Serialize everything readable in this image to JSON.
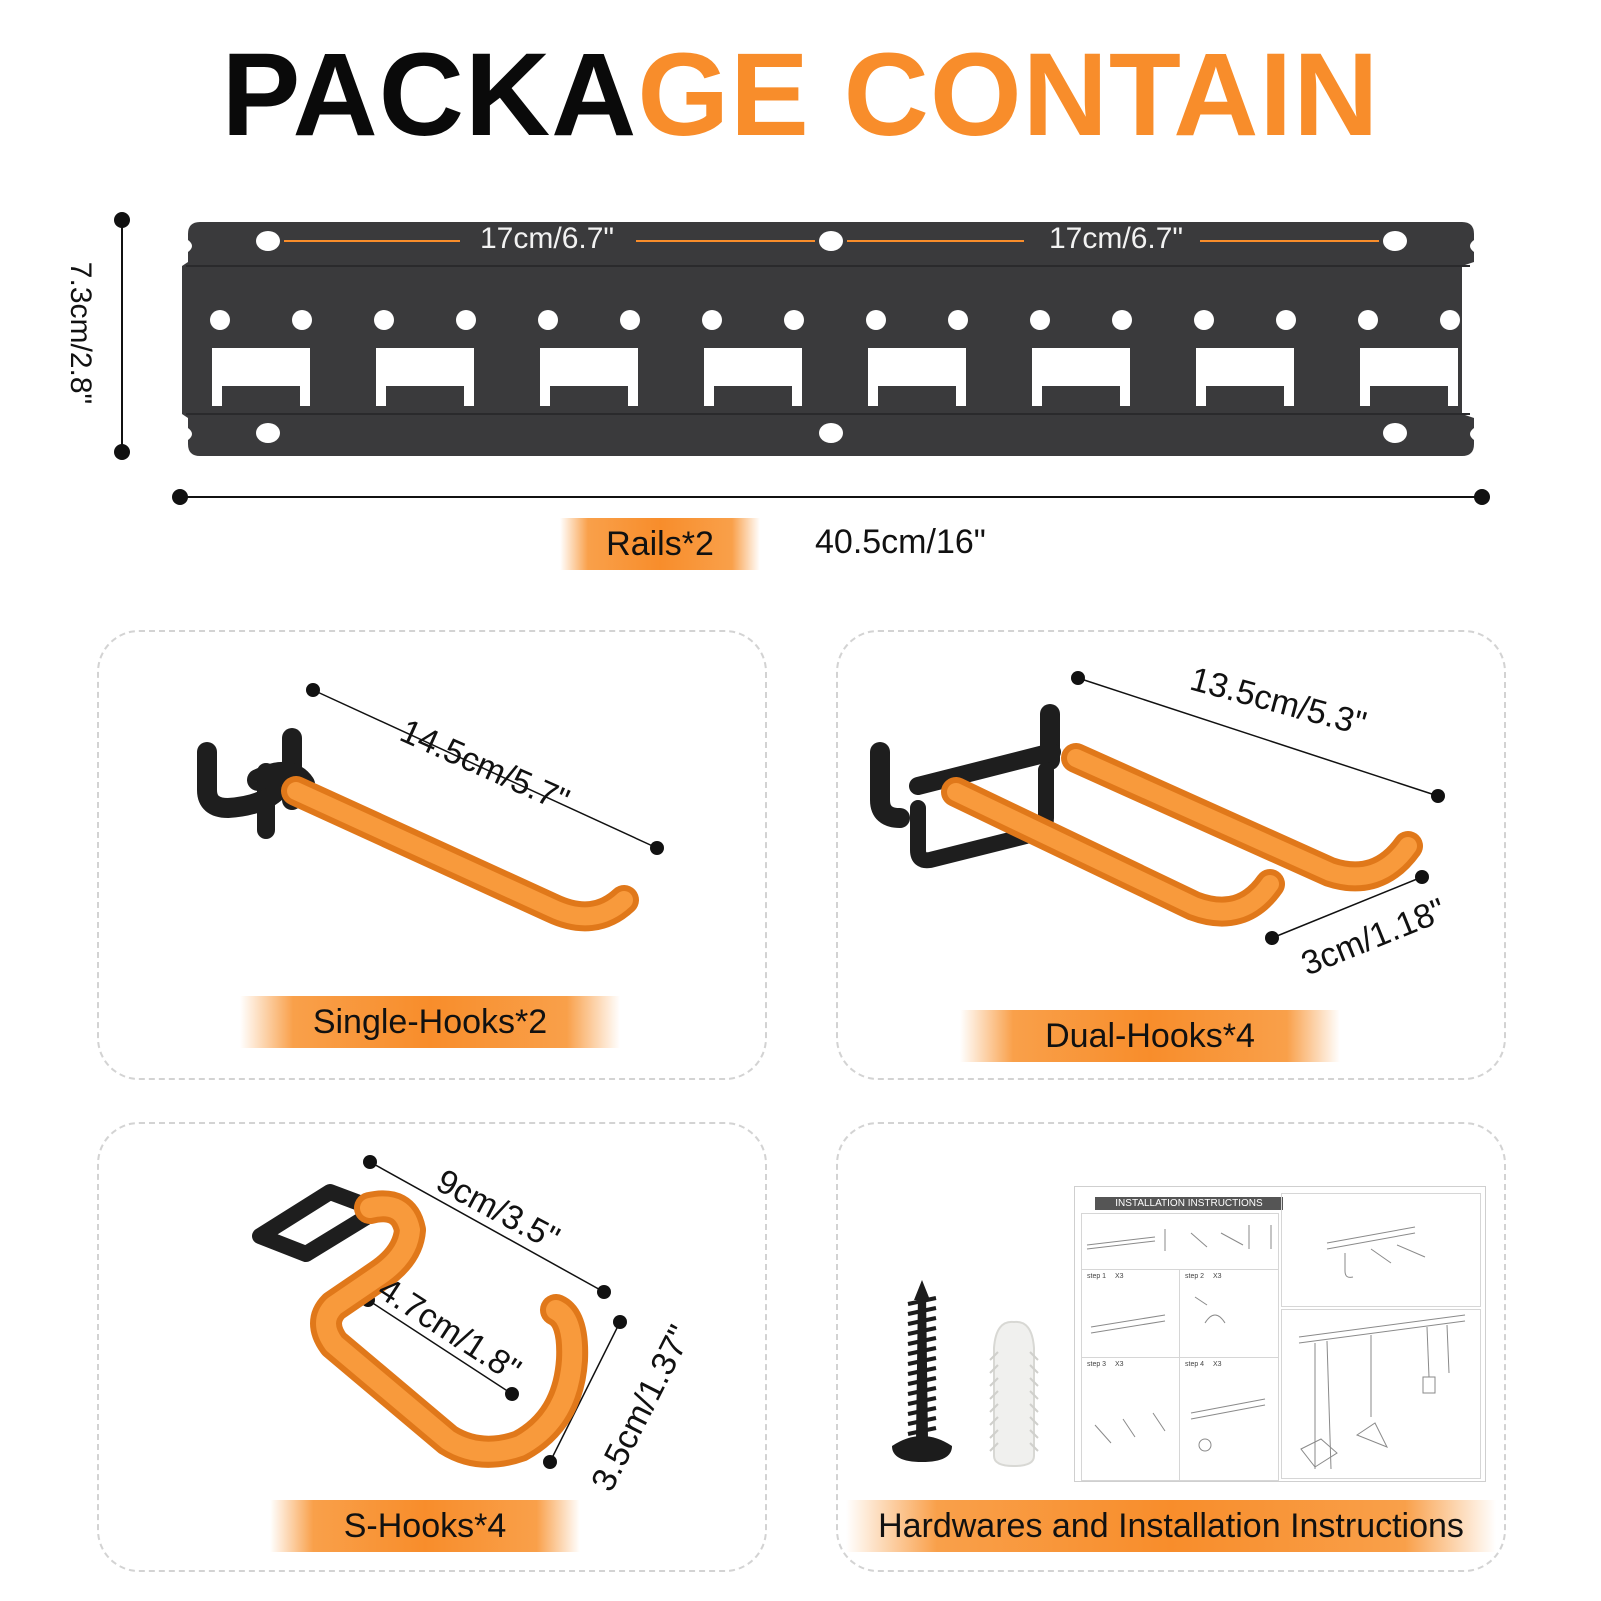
{
  "title": {
    "part_dark": "PACKA",
    "part_orange": "GE CONTAIN"
  },
  "rail": {
    "height_label": "7.3cm/2.8\"",
    "spacing_left_label": "17cm/6.7\"",
    "spacing_right_label": "17cm/6.7\"",
    "length_label": "40.5cm/16\"",
    "tag": "Rails*2"
  },
  "single_hooks": {
    "length_label": "14.5cm/5.7\"",
    "tag": "Single-Hooks*2"
  },
  "dual_hooks": {
    "length_label": "13.5cm/5.3\"",
    "width_label": "3cm/1.18\"",
    "tag": "Dual-Hooks*4"
  },
  "s_hooks": {
    "length_label": "9cm/3.5\"",
    "inner_label": "4.7cm/1.8\"",
    "height_label": "3.5cm/1.37\"",
    "tag": "S-Hooks*4"
  },
  "hardware": {
    "tag": "Hardwares and Installation Instructions",
    "sheet_title": "INSTALLATION INSTRUCTIONS",
    "step1": "step 1",
    "step2": "step 2",
    "step3": "step 3",
    "step4": "step 4",
    "x3": "X3"
  },
  "colors": {
    "orange": "#f88d2b",
    "rail": "#3a3a3c",
    "dark": "#0a0a0a",
    "panel_border": "#d3d3d3"
  }
}
